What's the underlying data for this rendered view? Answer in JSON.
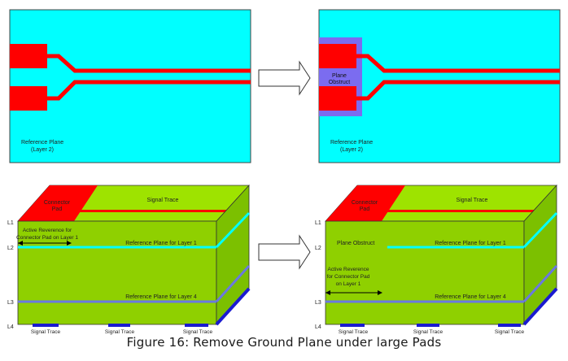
{
  "top_left": {
    "reference_plane": [
      "Reference Plane",
      "(Layer 2)"
    ]
  },
  "top_right": {
    "reference_plane": [
      "Reference Plane",
      "(Layer 2)"
    ],
    "plane_obstruct": [
      "Plane",
      "Obstruct"
    ]
  },
  "bottom_left": {
    "connector_pad": [
      "Connector",
      "Pad"
    ],
    "signal_trace_top": "Signal Trace",
    "active_reference": [
      "Active Reverence for",
      "Connector Pad on Layer 1"
    ],
    "ref_layer1": "Reference Plane for Layer 1",
    "ref_layer4": "Reference Plane for Layer 4",
    "layers": [
      "L1",
      "L2",
      "L3",
      "L4"
    ],
    "bottom_traces": [
      "Signal Trace",
      "Signal Trace",
      "Signal Trace"
    ]
  },
  "bottom_right": {
    "connector_pad": [
      "Connector",
      "Pad"
    ],
    "signal_trace_top": "Signal Trace",
    "plane_obstruct": "Plane Obstruct",
    "active_reference": [
      "Active Reverence",
      "for Connector Pad",
      "on Layer 1"
    ],
    "ref_layer1": "Reference Plane for Layer 1",
    "ref_layer4": "Reference Plane for Layer 4",
    "layers": [
      "L1",
      "L2",
      "L3",
      "L4"
    ],
    "bottom_traces": [
      "Signal Trace",
      "Signal Trace",
      "Signal Trace"
    ]
  },
  "caption": "Figure 16: Remove Ground Plane under large Pads",
  "colors": {
    "plane": "#00ffff",
    "pad": "#ff0000",
    "obstruct": "#7b6cf0",
    "board_front": "#8fd000",
    "board_top": "#9ee300",
    "board_side": "#7cc000",
    "layer_blue": "#6a78e0",
    "trace_blue": "#1a1ad0"
  }
}
